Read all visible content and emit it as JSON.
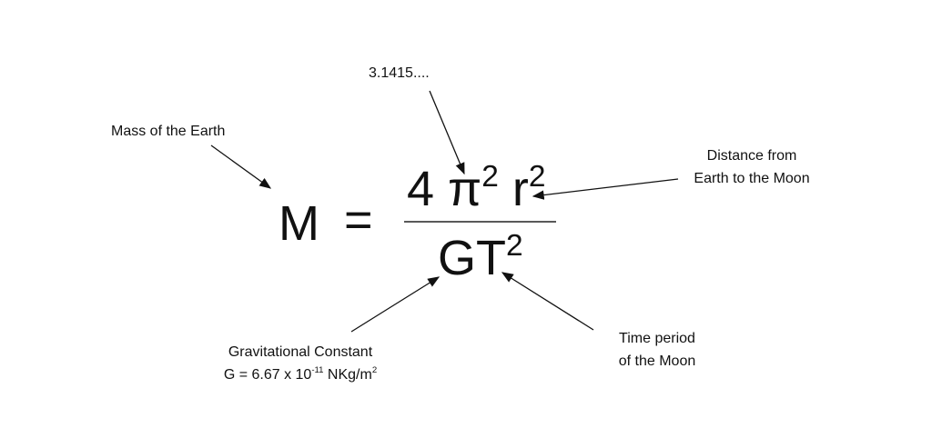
{
  "labels": {
    "pi_value": "3.1415....",
    "mass": "Mass of the Earth",
    "distance_line1": "Distance from",
    "distance_line2": "Earth to the Moon",
    "time_line1": "Time period",
    "time_line2": "of the Moon",
    "grav_line1": "Gravitational Constant",
    "grav_prefix": "G = 6.67 x 10",
    "grav_exp": "-11",
    "grav_unit": " NKg/m",
    "grav_unit_exp": "2"
  },
  "formula": {
    "lhs": "M",
    "equals": "=",
    "num_coef": "4 π",
    "num_exp1": "2",
    "num_r": " r",
    "num_exp2": "2",
    "den": "GT",
    "den_exp": "2"
  }
}
